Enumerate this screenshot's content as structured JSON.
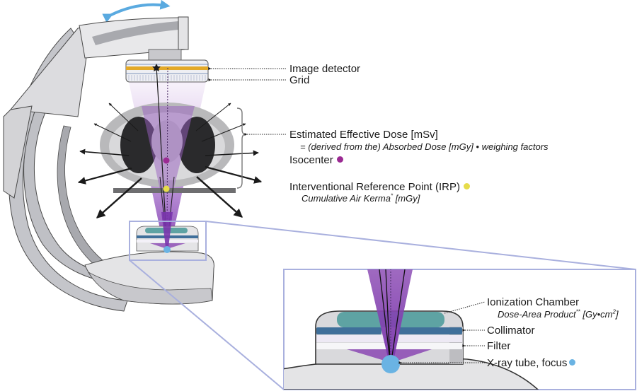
{
  "diagram": {
    "title": "C-arm fluoroscopy dose quantities",
    "colors": {
      "isocenter": "#9b2a93",
      "irp": "#e6dc4a",
      "focus": "#6ab3e3",
      "beam": "#8e4fb5",
      "ionization_chamber": "#5ea3a3",
      "collimator": "#3f6f9a",
      "detector_layer": "#e3a928",
      "zoom_frame": "#a9b0de",
      "rotation_arrow": "#5aaae0"
    },
    "labels": {
      "image_detector": "Image detector",
      "grid": "Grid",
      "effective_dose": "Estimated Effective Dose [mSv]",
      "effective_dose_sub": "= (derived from the) Absorbed Dose [mGy] • weighing factors",
      "isocenter": "Isocenter",
      "irp": "Interventional Reference Point (IRP)",
      "irp_sub_prefix": "Cumulative Air Kerma",
      "irp_sub_sup": "*",
      "irp_sub_suffix": " [mGy]",
      "ionization_chamber": "Ionization Chamber",
      "dap_prefix": "Dose-Area Product",
      "dap_sup": "**",
      "dap_unit_prefix": " [Gy•cm",
      "dap_unit_sup": "2",
      "dap_unit_suffix": "]",
      "collimator": "Collimator",
      "filter": "Filter",
      "xray_tube": "X-ray tube, focus"
    }
  }
}
